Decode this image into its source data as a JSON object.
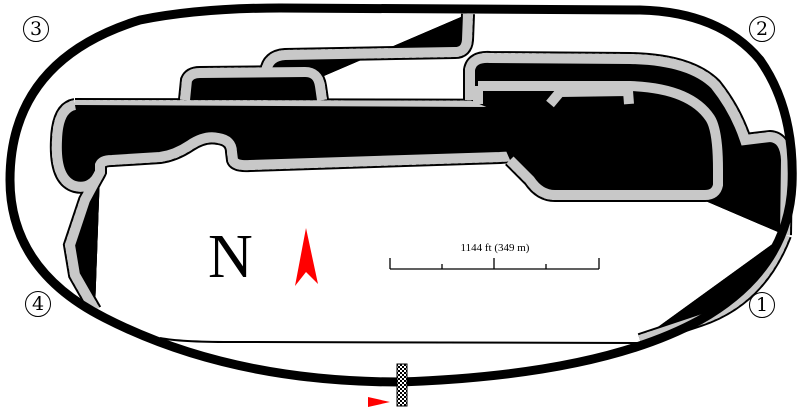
{
  "diagram": {
    "type": "racetrack-layout",
    "colors": {
      "oval_track": "#000000",
      "road_course_fill": "#c8c8c8",
      "road_course_edge": "#000000",
      "north_arrow": "#ff0000",
      "start_arrow": "#ff0000",
      "background": "#ffffff"
    }
  },
  "turns": [
    {
      "id": "1",
      "label": "1",
      "position": "bottom-right"
    },
    {
      "id": "2",
      "label": "2",
      "position": "top-right"
    },
    {
      "id": "3",
      "label": "3",
      "position": "top-left"
    },
    {
      "id": "4",
      "label": "4",
      "position": "bottom-left"
    }
  ],
  "compass": {
    "letter": "N",
    "arrow_icon": "north-arrow-icon"
  },
  "scale_bar": {
    "label": "1144 ft (349 m)",
    "ticks": 5
  },
  "start_finish": {
    "flag_icon": "checkered-flag-icon",
    "direction_icon": "race-direction-arrow-icon"
  }
}
